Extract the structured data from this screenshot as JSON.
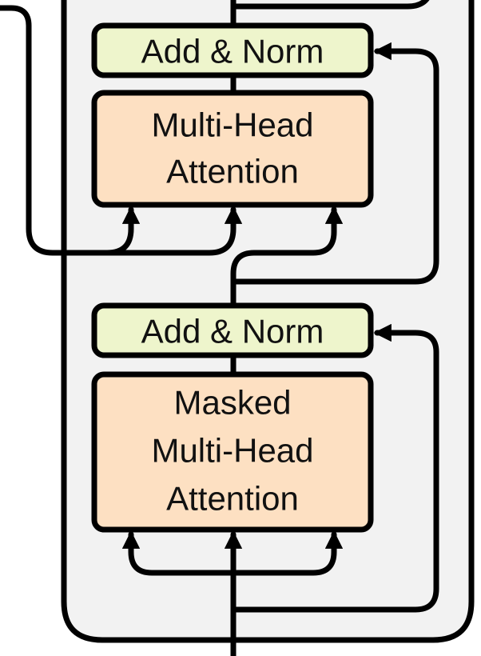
{
  "blocks": {
    "add_norm_upper": {
      "label": "Add & Norm"
    },
    "cross_attention": {
      "line1": "Multi-Head",
      "line2": "Attention"
    },
    "add_norm_lower": {
      "label": "Add & Norm"
    },
    "masked_attention": {
      "line1": "Masked",
      "line2": "Multi-Head",
      "line3": "Attention"
    }
  },
  "colors": {
    "norm_fill": "#eef5cc",
    "attention_fill": "#fde0c2",
    "container_fill": "#f2f2f2",
    "stroke": "#000000"
  }
}
